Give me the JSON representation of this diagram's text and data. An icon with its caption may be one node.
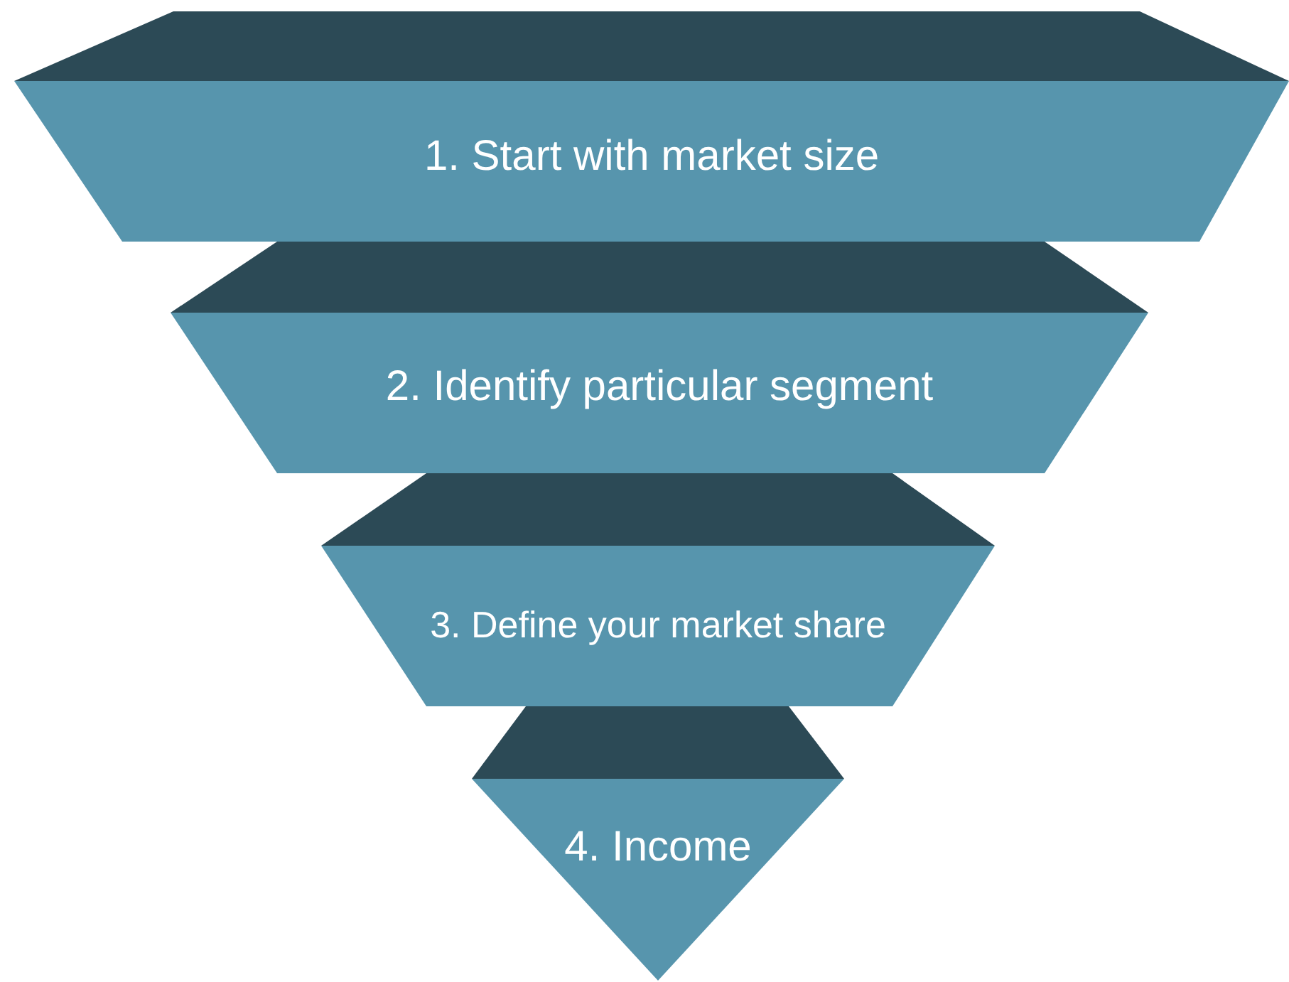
{
  "diagram": {
    "nodes": [
      {
        "text": [
          "1. Start with market size"
        ]
      },
      {
        "text": [
          "2. Identify particular segment"
        ]
      },
      {
        "text": [
          "3. Define your market share"
        ]
      },
      {
        "text": [
          "4. Income"
        ]
      }
    ]
  }
}
